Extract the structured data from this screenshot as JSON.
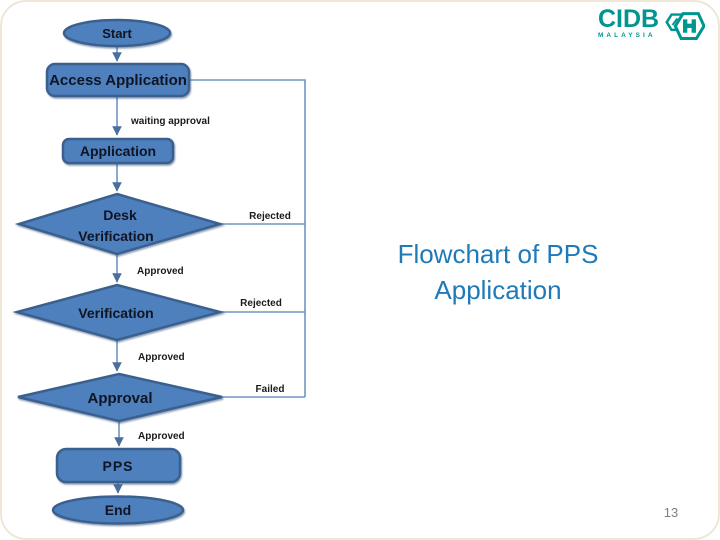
{
  "page_number": "13",
  "title": {
    "line1": "Flowchart of PPS",
    "line2": "Application",
    "color": "#1F7AB8"
  },
  "logo": {
    "name": "CIDB",
    "subtext": "MALAYSIA",
    "color": "#009690"
  },
  "flowchart": {
    "colors": {
      "shape_fill": "#4d80bc",
      "shape_border": "#3a618f",
      "connector": "#6e95c4",
      "shape_text": "#101423",
      "label_text": "#1a1a1a"
    },
    "nodes": {
      "start": "Start",
      "access_application": "Access Application",
      "application": "Application",
      "desk_verification_line1": "Desk",
      "desk_verification_line2": "Verification",
      "verification": "Verification",
      "approval": "Approval",
      "pps": "PPS",
      "end": "End"
    },
    "labels": {
      "waiting_approval": "waiting approval",
      "rejected_desk": "Rejected",
      "approved_desk": "Approved",
      "rejected_verification": "Rejected",
      "approved_verification": "Approved",
      "failed": "Failed",
      "approved_approval": "Approved"
    }
  }
}
